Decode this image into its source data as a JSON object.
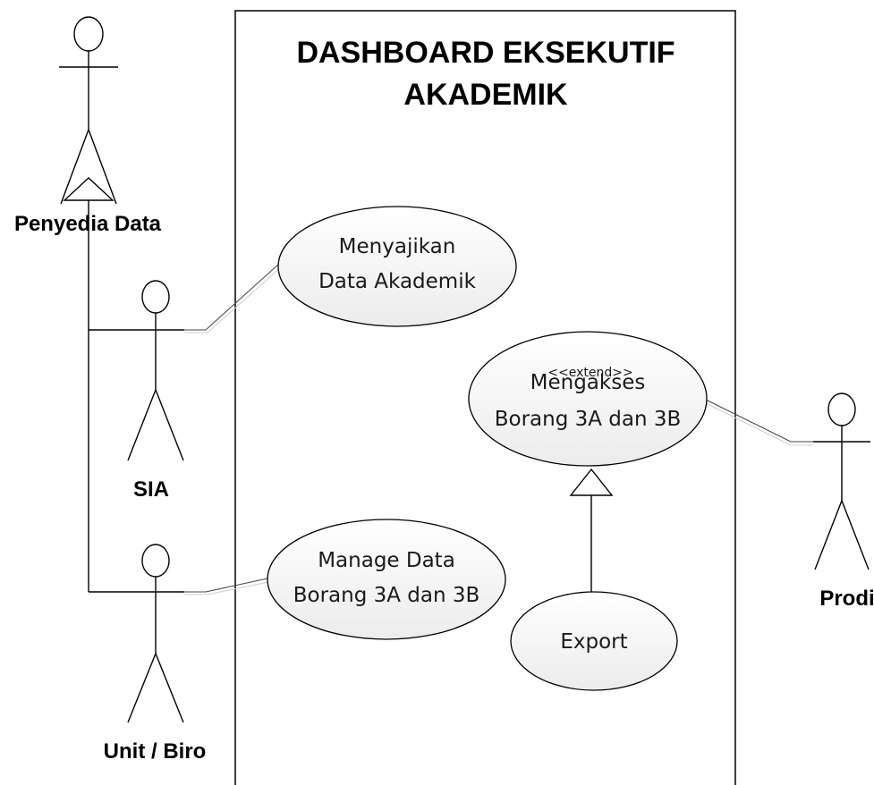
{
  "system": {
    "title_line1": "DASHBOARD EKSEKUTIF",
    "title_line2": "AKADEMIK"
  },
  "actors": {
    "penyedia": "Penyedia Data",
    "sia": "SIA",
    "unit": "Unit / Biro",
    "prodi": "Prodi"
  },
  "use_cases": {
    "menyajikan": {
      "line1": "Menyajikan",
      "line2": "Data Akademik"
    },
    "mengakses": {
      "line1": "Mengakses",
      "line2": "Borang 3A dan 3B"
    },
    "manage": {
      "line1": "Manage Data",
      "line2": "Borang 3A dan 3B"
    },
    "export": {
      "line1": "Export"
    }
  },
  "relations": {
    "extend_label": "<<extend>>"
  }
}
